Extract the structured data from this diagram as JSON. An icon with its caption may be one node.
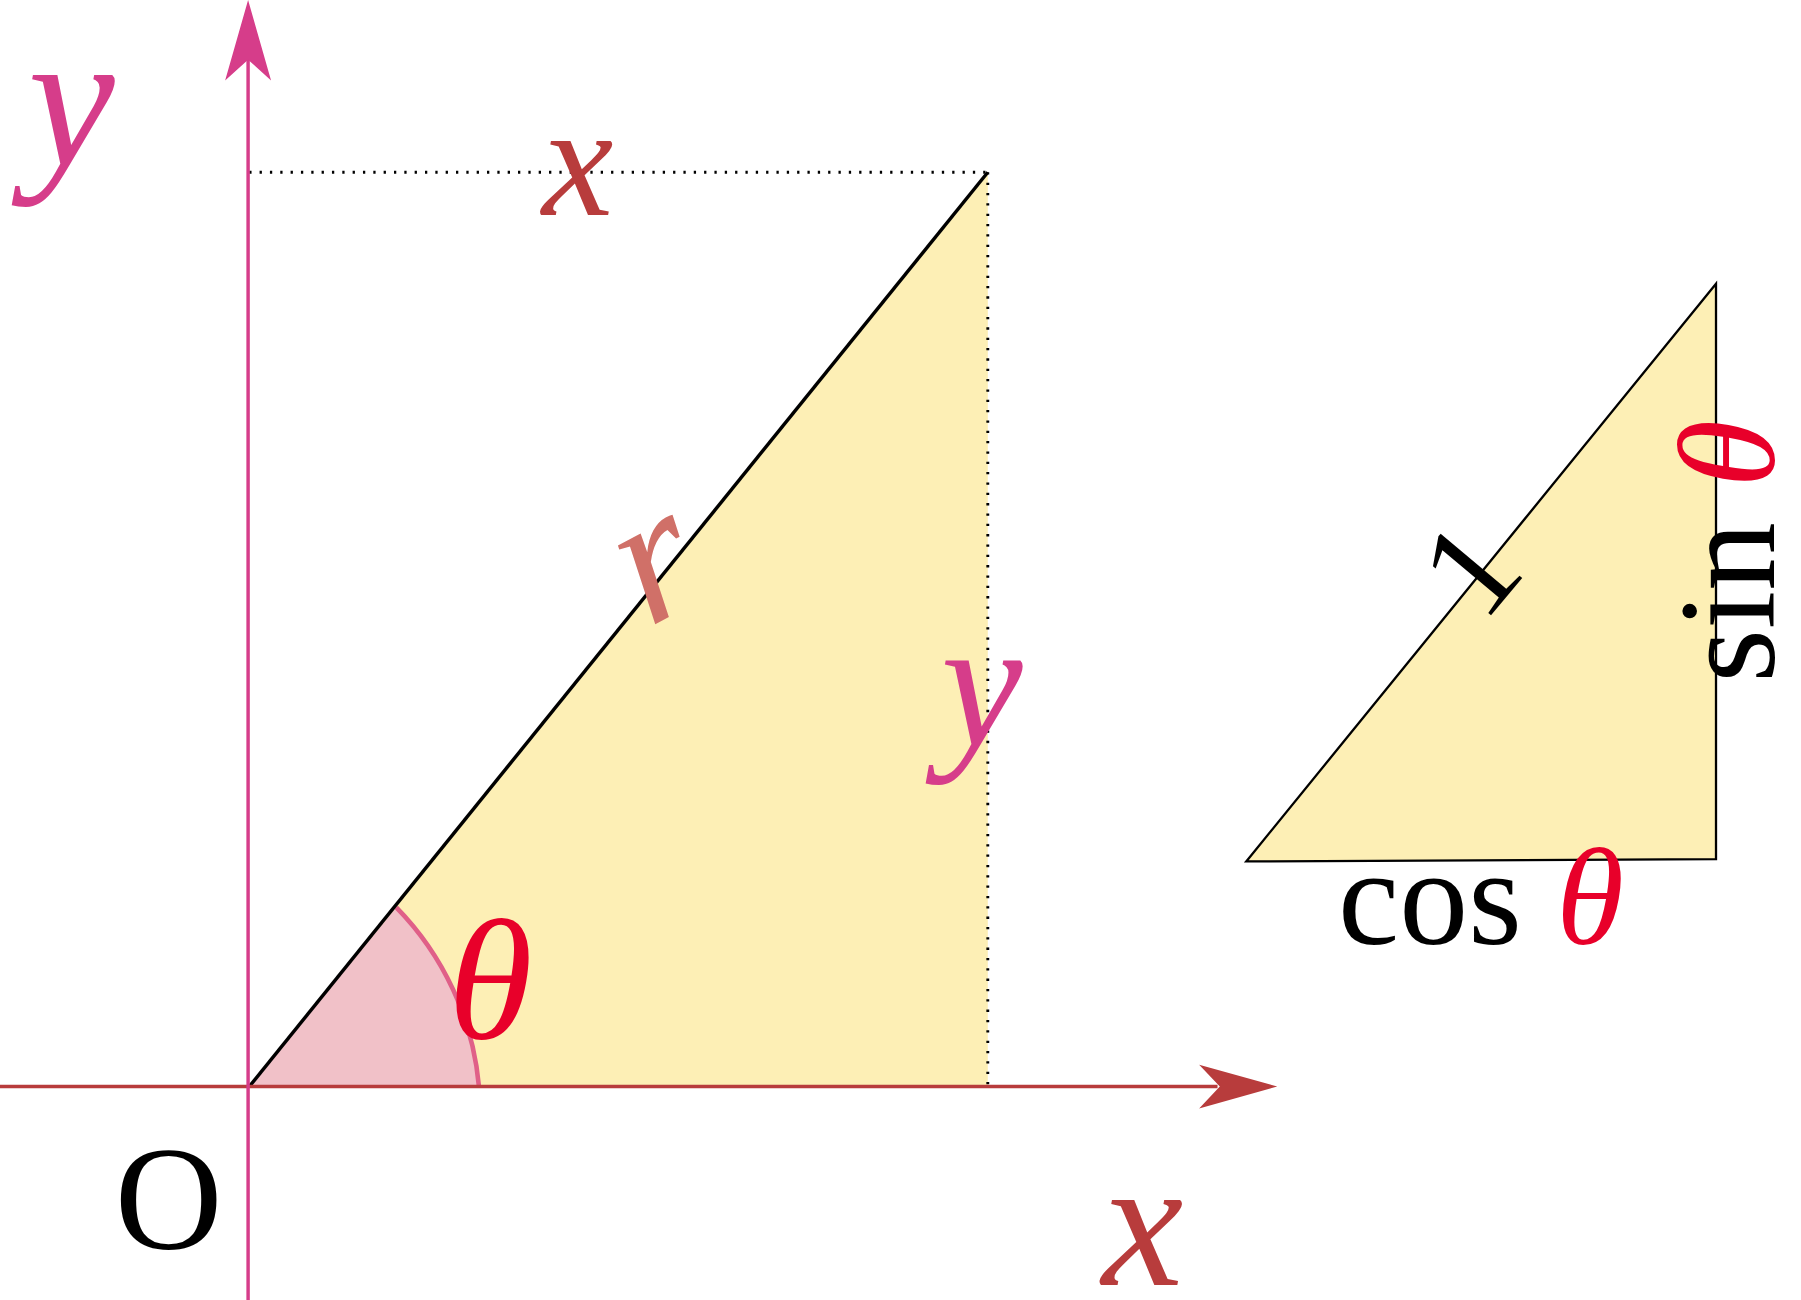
{
  "diagram": {
    "labels": [
      "y",
      "x",
      "r",
      "sin θ",
      "1",
      "y",
      "θ",
      "cos θ",
      "O",
      "x"
    ]
  }
}
